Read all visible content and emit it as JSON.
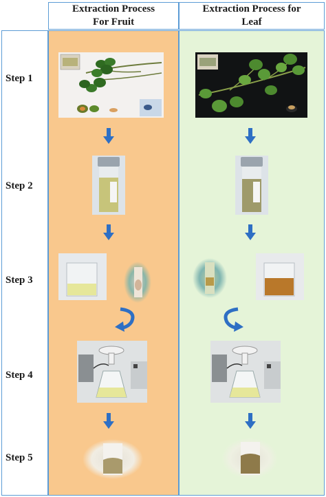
{
  "headers": {
    "fruit": [
      "Extraction Process",
      "For Fruit"
    ],
    "leaf": [
      "Extraction Process for",
      "Leaf"
    ]
  },
  "steps": [
    "Step 1",
    "Step 2",
    "Step 3",
    "Step 4",
    "Step 5"
  ],
  "colors": {
    "border": "#5b9bd5",
    "fruit_bg": "#f9c88d",
    "leaf_bg": "#e5f4d8",
    "arrow": "#2e6fc4"
  },
  "icons": [
    "arrow-down-icon",
    "curved-arrow-icon"
  ]
}
